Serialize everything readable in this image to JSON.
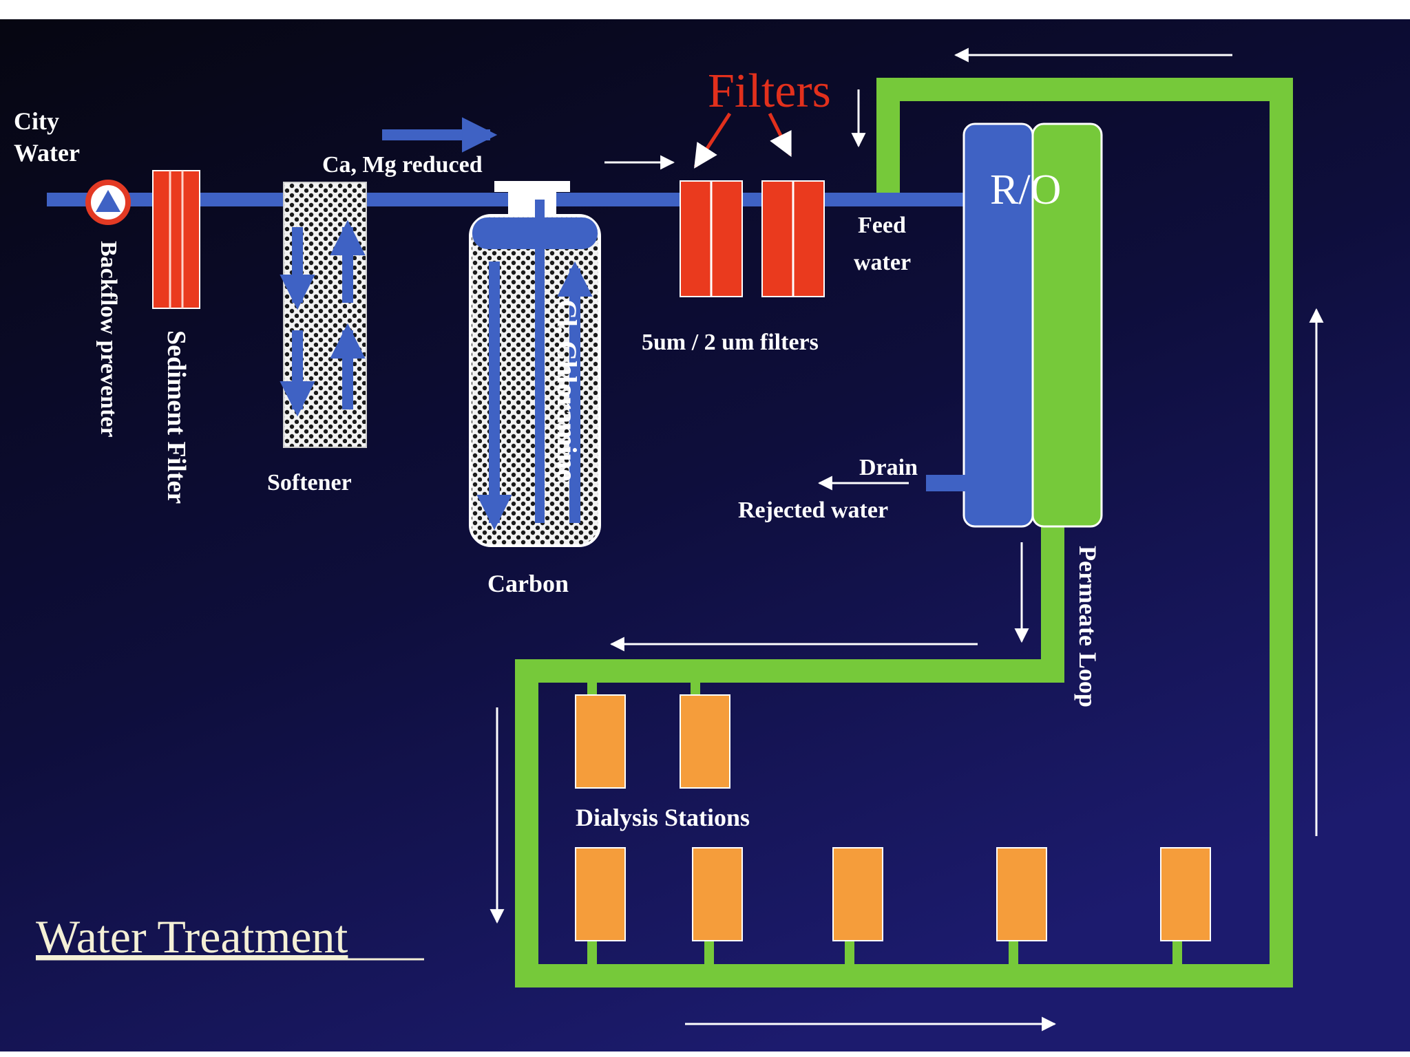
{
  "labels": {
    "city_water_line1": "City",
    "city_water_line2": "Water",
    "backflow_preventer": "Backflow preventer",
    "sediment_filter": "Sediment Filter",
    "ca_mg_reduced": "Ca, Mg reduced",
    "softener": "Softener",
    "cl_chloramine": "Cl, Chloramine",
    "carbon": "Carbon",
    "filters_heading": "Filters",
    "filters_size": "5um / 2 um filters",
    "feed_water_line1": "Feed",
    "feed_water_line2": "water",
    "ro": "R/O",
    "drain": "Drain",
    "rejected_water": "Rejected water",
    "permeate_loop": "Permeate Loop",
    "dialysis_stations": "Dialysis Stations",
    "title": "Water Treatment"
  },
  "colors": {
    "background_top": "#070712",
    "background_bottom": "#1b1a6a",
    "feed_pipe": "#3f62c4",
    "permeate_loop": "#76c93a",
    "filter_red": "#ea3a1e",
    "dialysis_orange": "#f59d3b",
    "filters_heading": "#e2301c",
    "label_text": "#ffffff"
  }
}
